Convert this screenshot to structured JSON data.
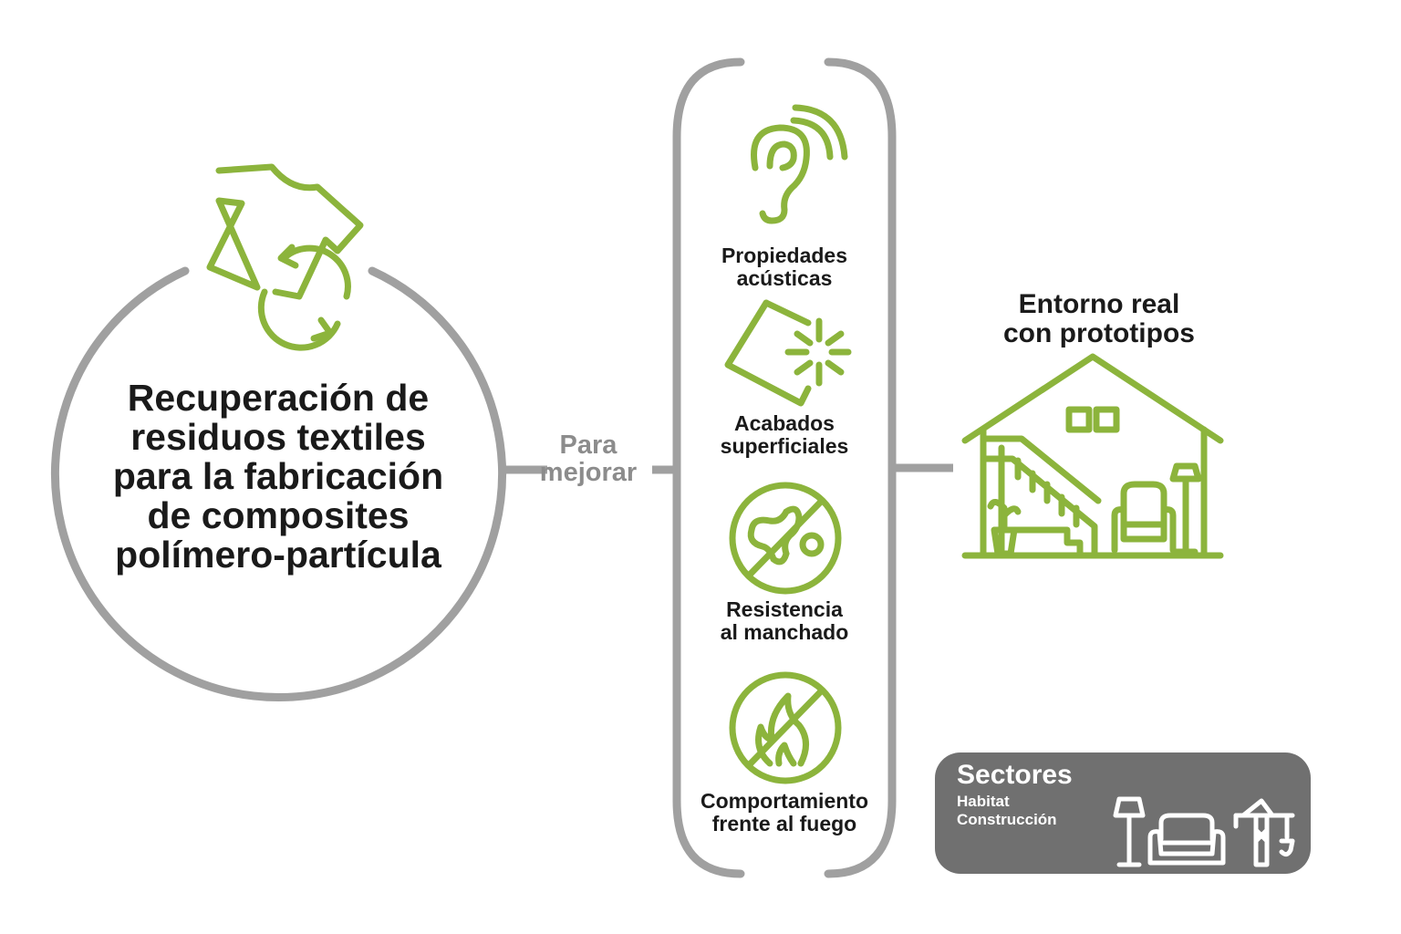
{
  "colors": {
    "accent_green": "#8cb43c",
    "line_gray": "#a0a0a0",
    "box_gray": "#707070",
    "text_dark": "#1a1a1a",
    "label_gray": "#8c8c8c"
  },
  "main": {
    "title_lines": [
      "Recuperación de",
      "residuos textiles",
      "para la fabricación",
      "de composites",
      "polímero-partícula"
    ],
    "icon": "tshirt-recycle-icon"
  },
  "connector": {
    "label_lines": [
      "Para",
      "mejorar"
    ]
  },
  "properties": [
    {
      "icon": "ear-sound-icon",
      "lines": [
        "Propiedades",
        "acústicas"
      ]
    },
    {
      "icon": "surface-scratch-icon",
      "lines": [
        "Acabados",
        "superficiales"
      ]
    },
    {
      "icon": "no-stain-icon",
      "lines": [
        "Resistencia",
        "al manchado"
      ]
    },
    {
      "icon": "no-fire-icon",
      "lines": [
        "Comportamiento",
        "frente al fuego"
      ]
    }
  ],
  "entorno": {
    "title_lines": [
      "Entorno real",
      "con prototipos"
    ],
    "icon": "house-icon"
  },
  "sectores": {
    "title": "Sectores",
    "items": [
      "Habitat",
      "Construcción"
    ],
    "icons": [
      "floor-lamp-icon",
      "armchair-icon",
      "crane-icon"
    ]
  }
}
